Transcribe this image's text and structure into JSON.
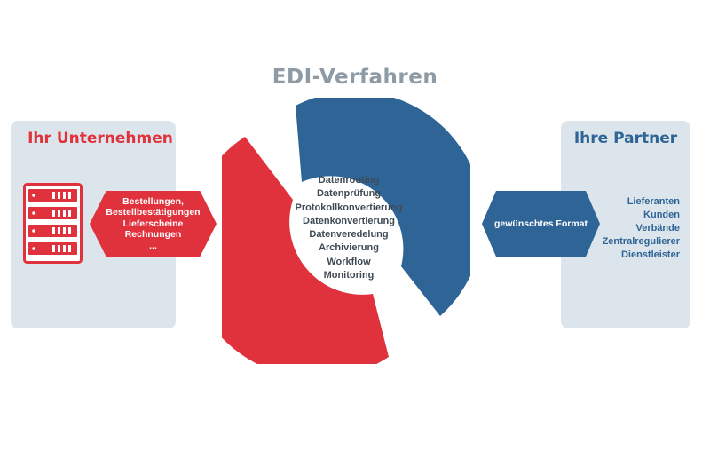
{
  "title": "EDI-Verfahren",
  "left_panel": {
    "title": "Ihr Unternehmen",
    "documents": [
      "Bestellungen,",
      "Bestellbestätigungen",
      "Lieferscheine",
      "Rechnungen",
      "..."
    ]
  },
  "right_panel": {
    "title": "Ihre Partner",
    "partners": [
      "Lieferanten",
      "Kunden",
      "Verbände",
      "Zentralregulierer",
      "Dienstleister"
    ]
  },
  "format_label": "gewünschtes Format",
  "center_items": [
    "Datenrouting",
    "Datenprüfung",
    "Protokollkonvertierung",
    "Datenkonvertierung",
    "Datenveredelung",
    "Archivierung",
    "Workflow",
    "Monitoring"
  ],
  "icons": {
    "left": "server-icon"
  },
  "colors": {
    "red": "#e0323c",
    "blue": "#2f6497",
    "panel": "#dde5ec",
    "title": "#8e9aa4"
  }
}
